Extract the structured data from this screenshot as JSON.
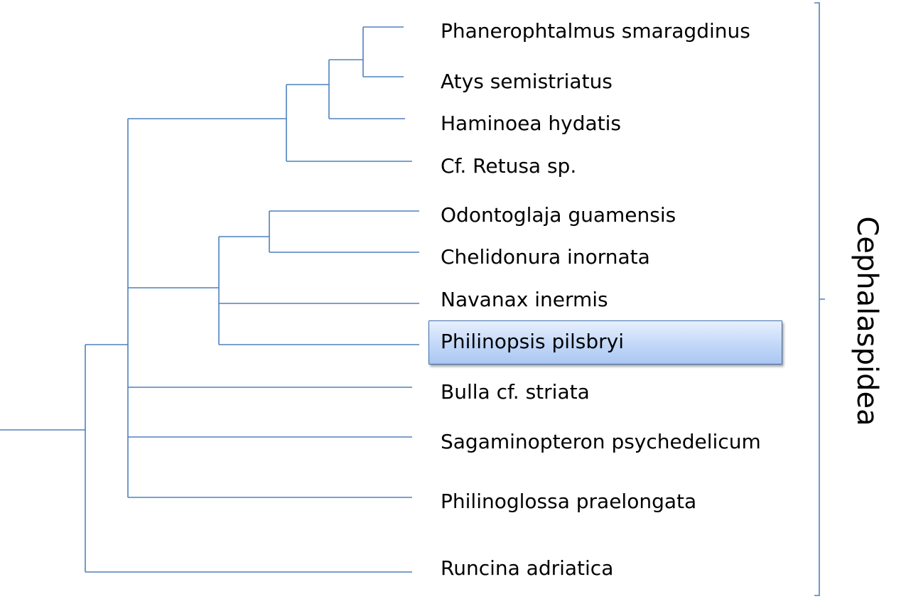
{
  "group_label": "Cephalaspidea",
  "highlighted_taxon": "Philinopsis pilsbryi",
  "taxa": [
    {
      "name": "Phanerophtalmus smaragdinus"
    },
    {
      "name": "Atys semistriatus"
    },
    {
      "name": "Haminoea hydatis"
    },
    {
      "name": "Cf. Retusa sp."
    },
    {
      "name": "Odontoglaja guamensis"
    },
    {
      "name": "Chelidonura inornata"
    },
    {
      "name": "Navanax inermis"
    },
    {
      "name": "Philinopsis pilsbryi"
    },
    {
      "name": "Bulla cf. striata"
    },
    {
      "name": "Sagaminopteron psychedelicum"
    },
    {
      "name": "Philinoglossa praelongata"
    },
    {
      "name": "Runcina adriatica"
    }
  ],
  "colors": {
    "branch": "#4f81bd",
    "highlight_border": "#3c6db0",
    "text": "#000000"
  }
}
